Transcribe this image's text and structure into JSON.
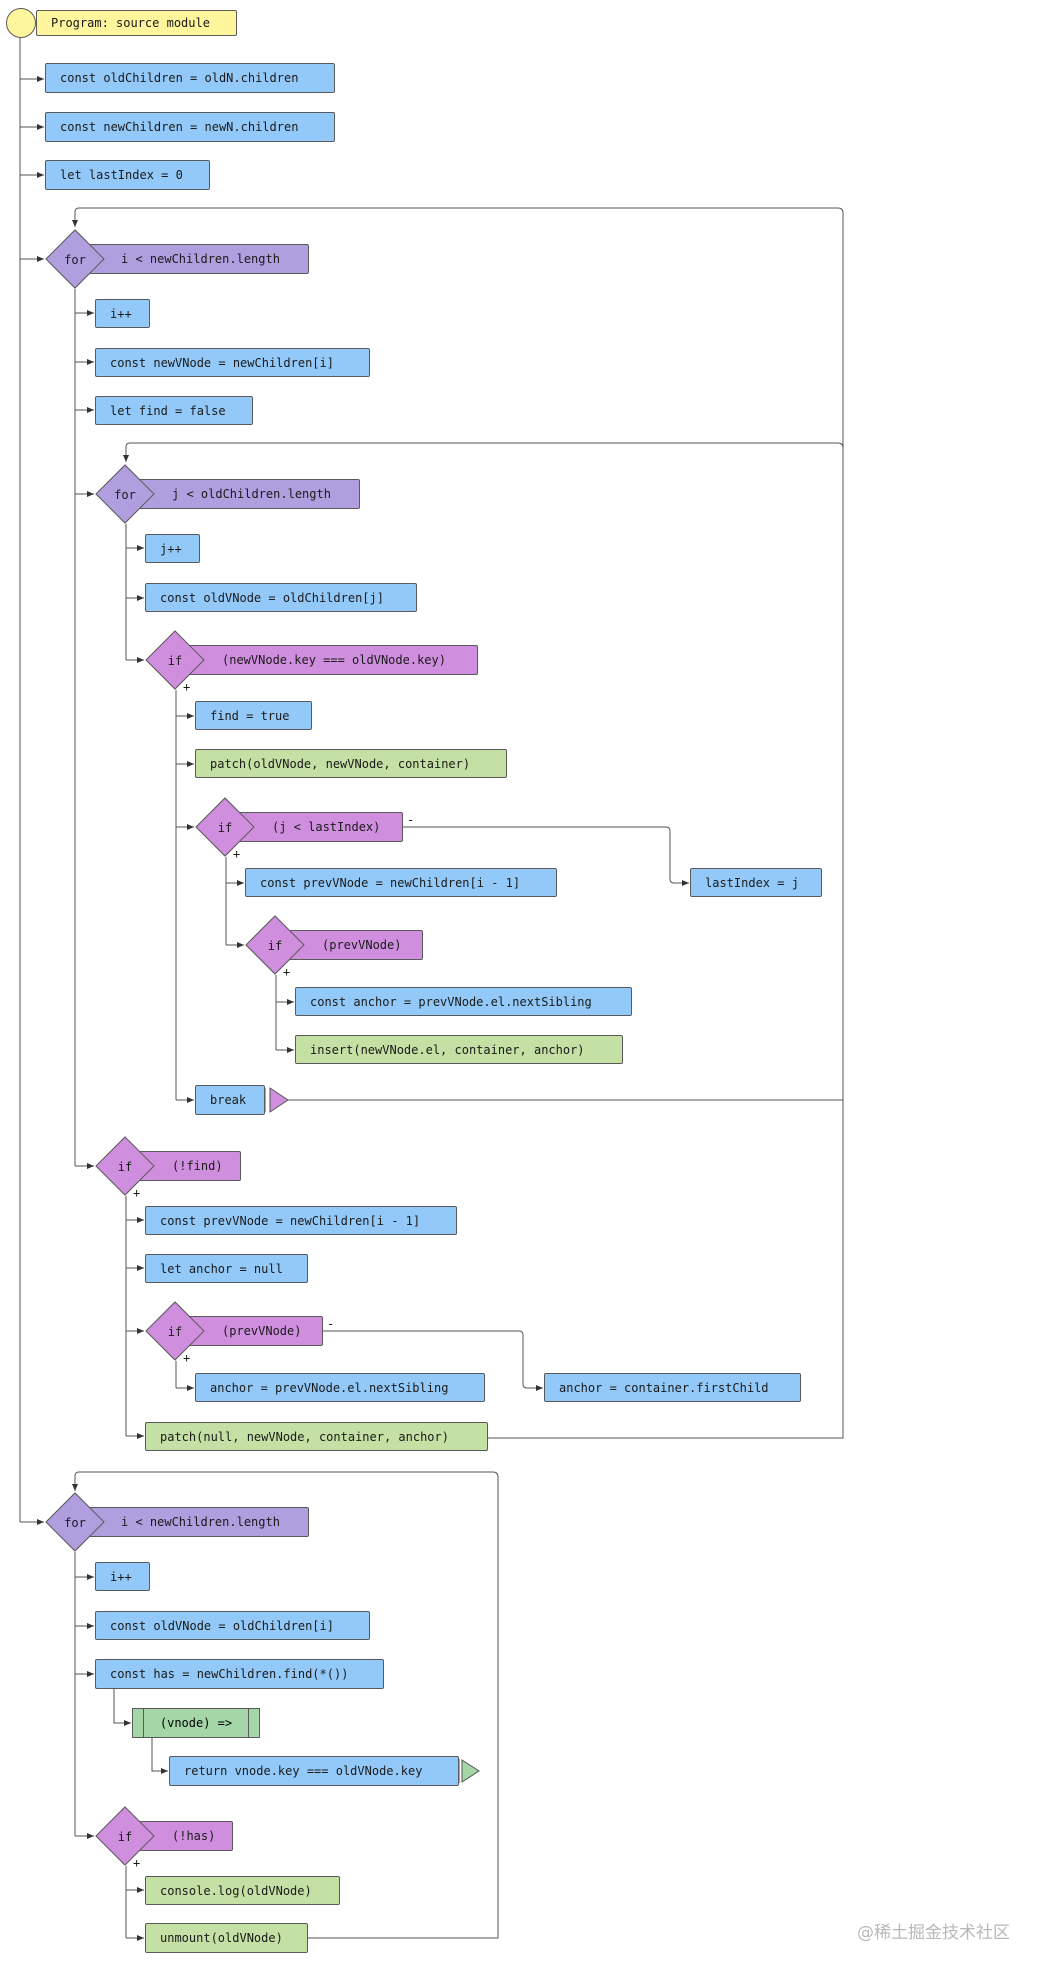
{
  "program": {
    "label": "Program: source module"
  },
  "nodes": {
    "old_children": "const oldChildren = oldN.children",
    "new_children": "const newChildren = newN.children",
    "last_index_init": "let lastIndex = 0",
    "for1_cond": "i < newChildren.length",
    "i_inc": "i++",
    "new_vnode": "const newVNode = newChildren[i]",
    "find_false": "let find = false",
    "for2_cond": "j < oldChildren.length",
    "j_inc": "j++",
    "old_vnode_j": "const oldVNode = oldChildren[j]",
    "if_key_cond": "(newVNode.key === oldVNode.key)",
    "find_true": "find = true",
    "patch_call": "patch(oldVNode, newVNode, container)",
    "if_lastindex_cond": "(j < lastIndex)",
    "prev_vnode_1": "const prevVNode = newChildren[i - 1]",
    "last_index_assign": "lastIndex = j",
    "if_prev_cond_1": "(prevVNode)",
    "anchor_const": "const anchor = prevVNode.el.nextSibling",
    "insert_call": "insert(newVNode.el, container, anchor)",
    "break_label": "break",
    "if_notfind_cond": "(!find)",
    "prev_vnode_2": "const prevVNode = newChildren[i - 1]",
    "let_anchor": "let anchor = null",
    "if_prev_cond_2": "(prevVNode)",
    "anchor_assign": "anchor = prevVNode.el.nextSibling",
    "anchor_first_child": "anchor = container.firstChild",
    "patch_null": "patch(null, newVNode, container, anchor)",
    "for3_cond": "i < newChildren.length",
    "i_inc_2": "i++",
    "old_vnode_i": "const oldVNode = oldChildren[i]",
    "has_find": "const has = newChildren.find(*())",
    "arrow_fn": "(vnode) =>",
    "return_cmp": "return vnode.key === oldVNode.key",
    "if_nothas_cond": "(!has)",
    "console_log": "console.log(oldVNode)",
    "unmount_call": "unmount(oldVNode)"
  },
  "keywords": {
    "for": "for",
    "if": "if"
  },
  "signs": {
    "plus": "+",
    "minus": "-"
  },
  "watermark": "@稀土掘金技术社区",
  "colors": {
    "statement": "#93c9f8",
    "call": "#c4e0a4",
    "loop": "#b19edf",
    "branch": "#d08fde",
    "program": "#fff59d",
    "lambda": "#a5d6a7"
  }
}
